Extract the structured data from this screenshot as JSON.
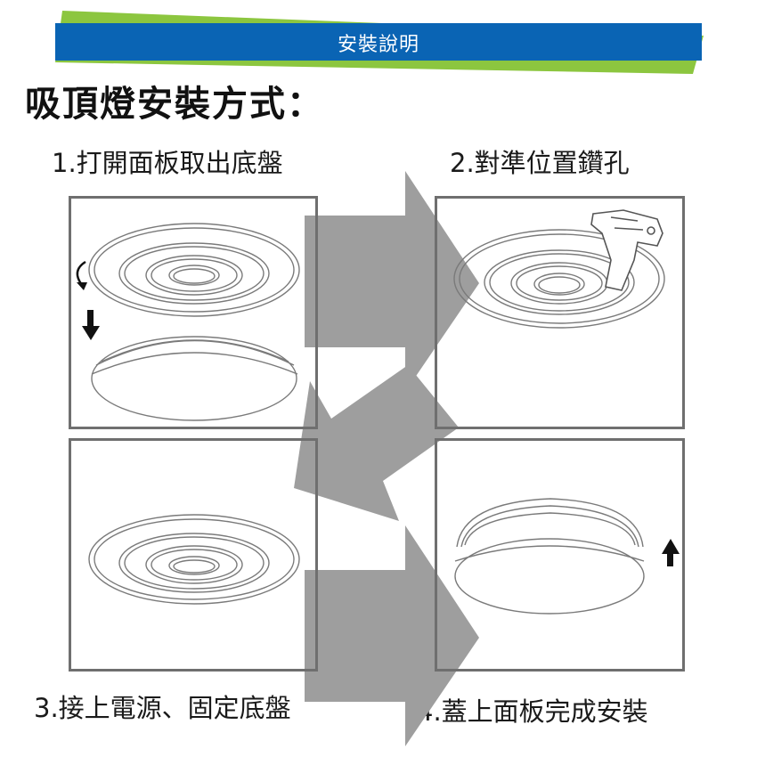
{
  "banner": {
    "label": "安裝說明",
    "bar_color": "#0a64b4",
    "accent_color": "#8cc63f"
  },
  "title": "吸頂燈安裝方式：",
  "steps": [
    {
      "label": "1.打開面板取出底盤"
    },
    {
      "label": "2.對準位置鑽孔"
    },
    {
      "label": "3.接上電源、固定底盤"
    },
    {
      "label": "4.蓋上面板完成安裝"
    }
  ],
  "colors": {
    "arrow": "#9e9e9e",
    "frame": "#6f6f6f",
    "line": "#7a7a7a",
    "text": "#1a1a1a"
  },
  "icons": [
    "rotate-arrow-icon",
    "down-arrow-icon",
    "drill-icon",
    "up-arrow-icon"
  ]
}
